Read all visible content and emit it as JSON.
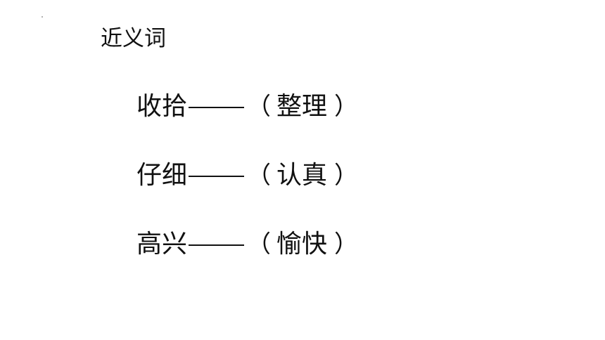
{
  "heading": "近义词",
  "pairs": [
    {
      "word": "收拾",
      "paren_open": "（",
      "answer": "整理",
      "paren_close": "）"
    },
    {
      "word": "仔细",
      "paren_open": "（",
      "answer": "认真",
      "paren_close": "）"
    },
    {
      "word": "高兴",
      "paren_open": "（",
      "answer": "愉快",
      "paren_close": "）"
    }
  ],
  "colors": {
    "text": "#111111",
    "background": "#ffffff"
  }
}
